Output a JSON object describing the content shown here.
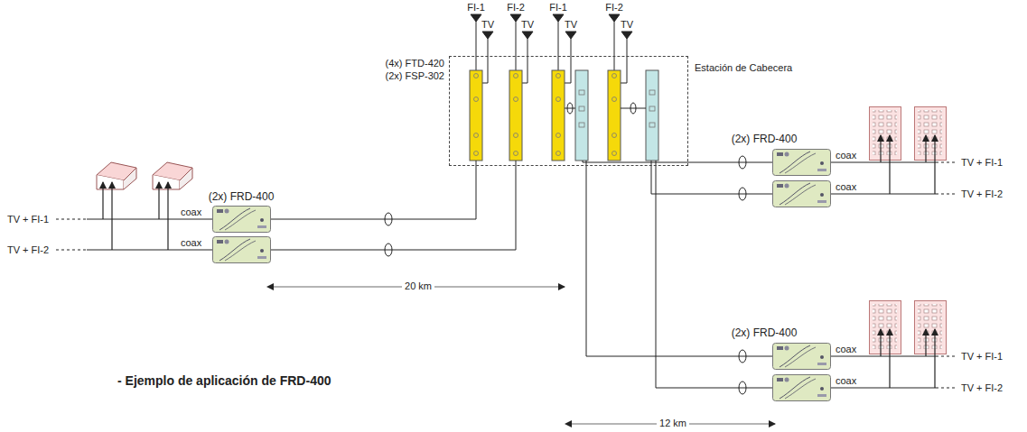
{
  "diagram": {
    "caption": "- Ejemplo de aplicación de FRD-400",
    "nodes": [
      {
        "text": [
          "Estación de Cabecera"
        ]
      }
    ],
    "labels": [
      "(4x) FTD-420",
      "(2x) FSP-302",
      "FI-1",
      "FI-2",
      "FI-1",
      "FI-2",
      "TV",
      "TV",
      "TV",
      "TV",
      "(2x) FRD-400",
      "coax",
      "coax",
      "TV + FI-1",
      "TV + FI-2",
      "20 km",
      "(2x) FRD-400",
      "coax",
      "coax",
      "TV + FI-1",
      "TV + FI-2",
      "(2x) FRD-400",
      "coax",
      "coax",
      "TV + FI-1",
      "TV + FI-2",
      "12 km"
    ]
  }
}
